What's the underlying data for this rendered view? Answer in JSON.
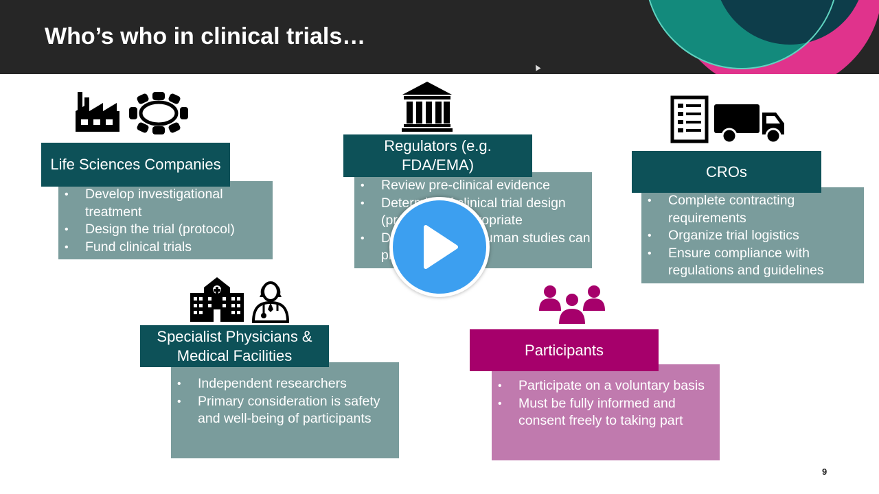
{
  "slide": {
    "title": "Who’s who in clinical trials…",
    "page_number": "9"
  },
  "cards": {
    "life_sciences": {
      "heading": "Life Sciences Companies",
      "bullets": [
        "Develop investigational treatment",
        "Design the trial (protocol)",
        "Fund clinical trials"
      ]
    },
    "regulators": {
      "heading": "Regulators (e.g. FDA/EMA)",
      "bullets": [
        "Review pre-clinical evidence",
        "Determine if clinical trial design (protocol) is appropriate",
        "Decide whether human studies can proceed"
      ]
    },
    "cros": {
      "heading": "CROs",
      "bullets": [
        "Complete contracting requirements",
        "Organize trial logistics",
        "Ensure compliance with regulations and guidelines"
      ]
    },
    "physicians": {
      "heading": "Specialist Physicians & Medical Facilities",
      "bullets": [
        "Independent researchers",
        "Primary consideration is safety and well-being of participants"
      ]
    },
    "participants": {
      "heading": "Participants",
      "bullets": [
        "Participate on a voluntary basis",
        "Must be fully informed and consent freely to taking part"
      ]
    }
  },
  "icons": [
    "factory-icon",
    "boardroom-icon",
    "government-building-icon",
    "checklist-icon",
    "truck-icon",
    "hospital-icon",
    "doctor-icon",
    "people-group-icon",
    "play-icon"
  ],
  "colors": {
    "header": "#262626",
    "teal": "#0d5158",
    "gray_box": "#7a9c9c",
    "magenta": "#a6006b",
    "pink_box": "#c07aae",
    "play_button": "#3c9ff0"
  }
}
